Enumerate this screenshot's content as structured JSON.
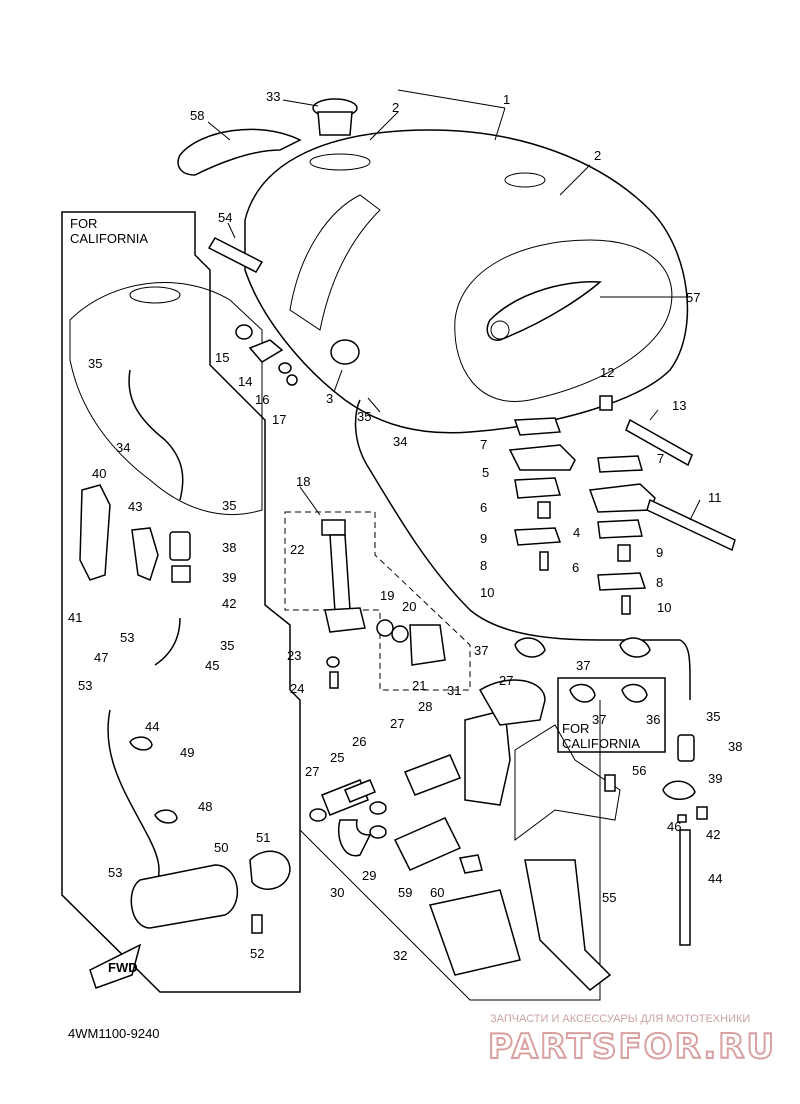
{
  "california_box": {
    "title_line1": "FOR",
    "title_line2": "CALIFORNIA"
  },
  "california_small_box": {
    "title_line1": "FOR",
    "title_line2": "CALIFORNIA"
  },
  "diagram_code": "4WM1100-9240",
  "fwd_label": "FWD",
  "watermark": {
    "top_text": "ЗАПЧАСТИ И АКСЕССУАРЫ ДЛЯ МОТОТЕХНИКИ",
    "logo_text": "PARTSFOR.RU"
  },
  "callouts": [
    {
      "n": "1"
    },
    {
      "n": "2"
    },
    {
      "n": "2"
    },
    {
      "n": "3"
    },
    {
      "n": "4"
    },
    {
      "n": "5"
    },
    {
      "n": "6"
    },
    {
      "n": "6"
    },
    {
      "n": "7"
    },
    {
      "n": "7"
    },
    {
      "n": "8"
    },
    {
      "n": "8"
    },
    {
      "n": "9"
    },
    {
      "n": "9"
    },
    {
      "n": "10"
    },
    {
      "n": "10"
    },
    {
      "n": "11"
    },
    {
      "n": "12"
    },
    {
      "n": "13"
    },
    {
      "n": "14"
    },
    {
      "n": "15"
    },
    {
      "n": "16"
    },
    {
      "n": "17"
    },
    {
      "n": "18"
    },
    {
      "n": "19"
    },
    {
      "n": "20"
    },
    {
      "n": "21"
    },
    {
      "n": "22"
    },
    {
      "n": "23"
    },
    {
      "n": "24"
    },
    {
      "n": "25"
    },
    {
      "n": "26"
    },
    {
      "n": "27"
    },
    {
      "n": "27"
    },
    {
      "n": "27"
    },
    {
      "n": "28"
    },
    {
      "n": "29"
    },
    {
      "n": "30"
    },
    {
      "n": "31"
    },
    {
      "n": "32"
    },
    {
      "n": "33"
    },
    {
      "n": "34"
    },
    {
      "n": "34"
    },
    {
      "n": "35"
    },
    {
      "n": "35"
    },
    {
      "n": "35"
    },
    {
      "n": "35"
    },
    {
      "n": "35"
    },
    {
      "n": "36"
    },
    {
      "n": "37"
    },
    {
      "n": "37"
    },
    {
      "n": "37"
    },
    {
      "n": "38"
    },
    {
      "n": "38"
    },
    {
      "n": "39"
    },
    {
      "n": "39"
    },
    {
      "n": "40"
    },
    {
      "n": "41"
    },
    {
      "n": "42"
    },
    {
      "n": "42"
    },
    {
      "n": "43"
    },
    {
      "n": "44"
    },
    {
      "n": "44"
    },
    {
      "n": "45"
    },
    {
      "n": "46"
    },
    {
      "n": "47"
    },
    {
      "n": "48"
    },
    {
      "n": "49"
    },
    {
      "n": "50"
    },
    {
      "n": "51"
    },
    {
      "n": "52"
    },
    {
      "n": "53"
    },
    {
      "n": "53"
    },
    {
      "n": "53"
    },
    {
      "n": "54"
    },
    {
      "n": "55"
    },
    {
      "n": "56"
    },
    {
      "n": "57"
    },
    {
      "n": "58"
    },
    {
      "n": "59"
    },
    {
      "n": "60"
    }
  ]
}
